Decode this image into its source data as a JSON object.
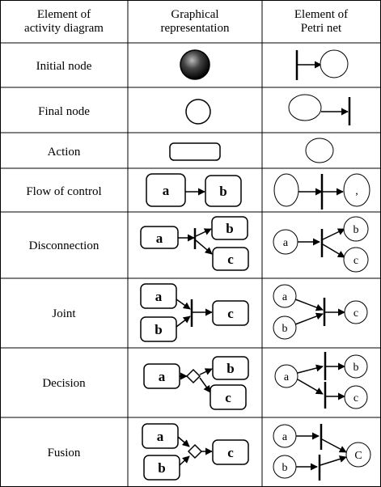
{
  "headers": [
    "Element of activity diagram",
    "Graphical representation",
    "Element of Petri net"
  ],
  "rows": [
    {
      "name": "Initial node"
    },
    {
      "name": "Final node"
    },
    {
      "name": "Action"
    },
    {
      "name": "Flow of control",
      "labels": {
        "a": "a",
        "b": "b",
        "petri_mark": ","
      }
    },
    {
      "name": "Disconnection",
      "labels": {
        "a": "a",
        "b": "b",
        "c": "c"
      }
    },
    {
      "name": "Joint",
      "labels": {
        "a": "a",
        "b": "b",
        "c": "c"
      }
    },
    {
      "name": "Decision",
      "labels": {
        "a": "a",
        "b": "b",
        "c": "c"
      }
    },
    {
      "name": "Fusion",
      "labels": {
        "a": "a",
        "b": "b",
        "c": "c",
        "petri_c": "C"
      }
    }
  ]
}
